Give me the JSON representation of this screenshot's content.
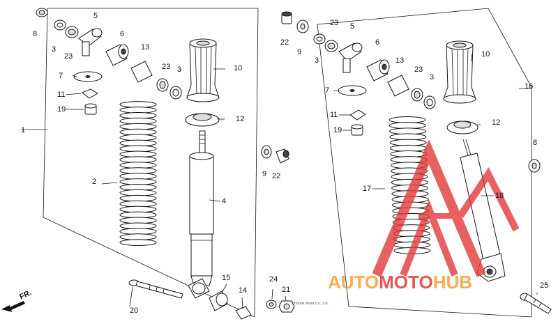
{
  "diagram": {
    "left_assembly": {
      "callouts": [
        {
          "id": "8",
          "text": "8"
        },
        {
          "id": "3a",
          "text": "3"
        },
        {
          "id": "23a",
          "text": "23"
        },
        {
          "id": "5",
          "text": "5"
        },
        {
          "id": "6",
          "text": "6"
        },
        {
          "id": "13",
          "text": "13"
        },
        {
          "id": "23b",
          "text": "23"
        },
        {
          "id": "3b",
          "text": "3"
        },
        {
          "id": "10",
          "text": "10"
        },
        {
          "id": "7",
          "text": "7"
        },
        {
          "id": "11",
          "text": "11"
        },
        {
          "id": "19",
          "text": "19"
        },
        {
          "id": "12",
          "text": "12"
        },
        {
          "id": "1",
          "text": "1"
        },
        {
          "id": "9",
          "text": "9"
        },
        {
          "id": "22",
          "text": "22"
        },
        {
          "id": "2",
          "text": "2"
        },
        {
          "id": "4",
          "text": "4"
        },
        {
          "id": "20",
          "text": "20"
        },
        {
          "id": "15",
          "text": "15"
        },
        {
          "id": "14",
          "text": "14"
        },
        {
          "id": "24",
          "text": "24"
        },
        {
          "id": "21",
          "text": "21"
        }
      ]
    },
    "right_assembly": {
      "callouts": [
        {
          "id": "22",
          "text": "22"
        },
        {
          "id": "9",
          "text": "9"
        },
        {
          "id": "23a",
          "text": "23"
        },
        {
          "id": "3a",
          "text": "3"
        },
        {
          "id": "5",
          "text": "5"
        },
        {
          "id": "6",
          "text": "6"
        },
        {
          "id": "13",
          "text": "13"
        },
        {
          "id": "23b",
          "text": "23"
        },
        {
          "id": "3b",
          "text": "3"
        },
        {
          "id": "10",
          "text": "10"
        },
        {
          "id": "16",
          "text": "16"
        },
        {
          "id": "7",
          "text": "7"
        },
        {
          "id": "11",
          "text": "11"
        },
        {
          "id": "19",
          "text": "19"
        },
        {
          "id": "12",
          "text": "12"
        },
        {
          "id": "8",
          "text": "8"
        },
        {
          "id": "17",
          "text": "17"
        },
        {
          "id": "18",
          "text": "18"
        },
        {
          "id": "25",
          "text": "25"
        }
      ]
    },
    "direction_label": "FR.",
    "watermark": {
      "text": "AUTOMOTOHUB",
      "color_red": "#e23a3a",
      "color_orange": "#f2a03a"
    },
    "copyright": "©Honda Motor Co., Ltd."
  }
}
